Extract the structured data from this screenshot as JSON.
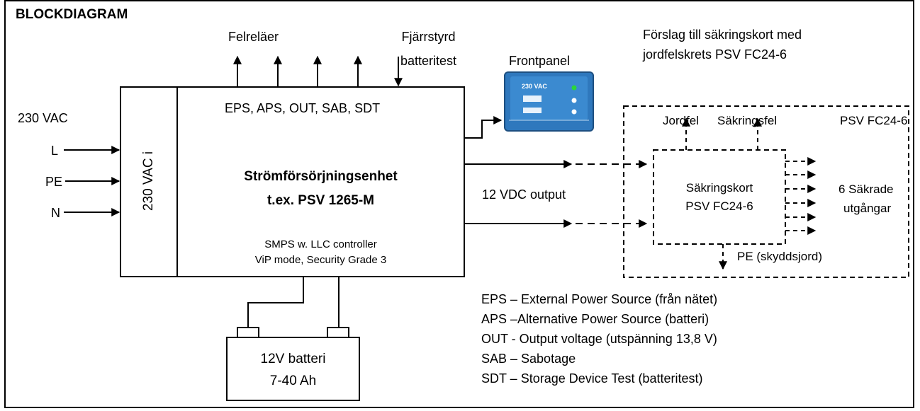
{
  "diagram": {
    "title": "BLOCKDIAGRAM",
    "input": {
      "voltage": "230 VAC",
      "lines": [
        "L",
        "PE",
        "N"
      ]
    },
    "input_block_label": "230 VAC i",
    "signals": {
      "felrelaer": "Felreläer",
      "remote_line1": "Fjärrstyrd",
      "remote_line2": "batteritest",
      "list": "EPS, APS, OUT, SAB, SDT"
    },
    "psu": {
      "name": "Strömförsörjningsenhet",
      "model": "t.ex. PSV 1265-M",
      "note1": "SMPS w. LLC controller",
      "note2": "ViP mode, Security Grade 3"
    },
    "frontpanel": {
      "label": "Frontpanel",
      "display_text": "230 VAC"
    },
    "output_label": "12 VDC output",
    "battery": {
      "line1": "12V batteri",
      "line2": "7-40 Ah"
    },
    "fuse_proposal": {
      "line1": "Förslag till säkringskort med",
      "line2": "jordfelskrets PSV FC24-6",
      "box_label": "PSV FC24-6",
      "jordfel": "Jordfel",
      "sakringsfel": "Säkringsfel",
      "card_line1": "Säkringskort",
      "card_line2": "PSV FC24-6",
      "outputs_line1": "6 Säkrade",
      "outputs_line2": "utgångar",
      "pe": "PE (skyddsjord)"
    },
    "legend": [
      "EPS – External Power Source (från nätet)",
      "APS –Alternative Power Source (batteri)",
      "OUT - Output voltage (utspänning 13,8 V)",
      "SAB – Sabotage",
      "SDT – Storage Device Test (batteritest)"
    ]
  }
}
